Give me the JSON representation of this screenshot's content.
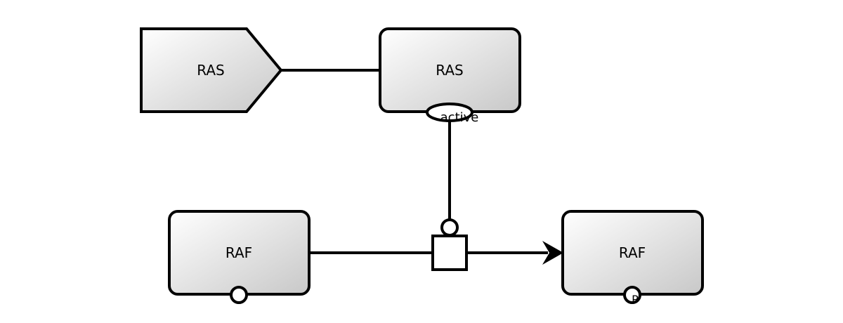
{
  "diagram": {
    "nodes": {
      "ras_source": {
        "label": "RAS",
        "shape": "tag"
      },
      "ras_active": {
        "label": "RAS",
        "shape": "rounded-rect",
        "state_variable": "active"
      },
      "raf_inactive": {
        "label": "RAF",
        "shape": "rounded-rect",
        "state_variable": ""
      },
      "raf_phospho": {
        "label": "RAF",
        "shape": "rounded-rect",
        "state_variable": "P"
      },
      "process": {
        "label": "",
        "shape": "process-square"
      }
    },
    "edges": [
      {
        "from": "ras_source",
        "to": "ras_active",
        "type": "line"
      },
      {
        "from": "ras_active",
        "to": "process",
        "type": "catalysis"
      },
      {
        "from": "raf_inactive",
        "to": "process",
        "type": "consumption"
      },
      {
        "from": "process",
        "to": "raf_phospho",
        "type": "production"
      }
    ],
    "colors": {
      "stroke": "#000000",
      "fill_light": "#ffffff",
      "fill_dark": "#c8c8c8"
    }
  }
}
